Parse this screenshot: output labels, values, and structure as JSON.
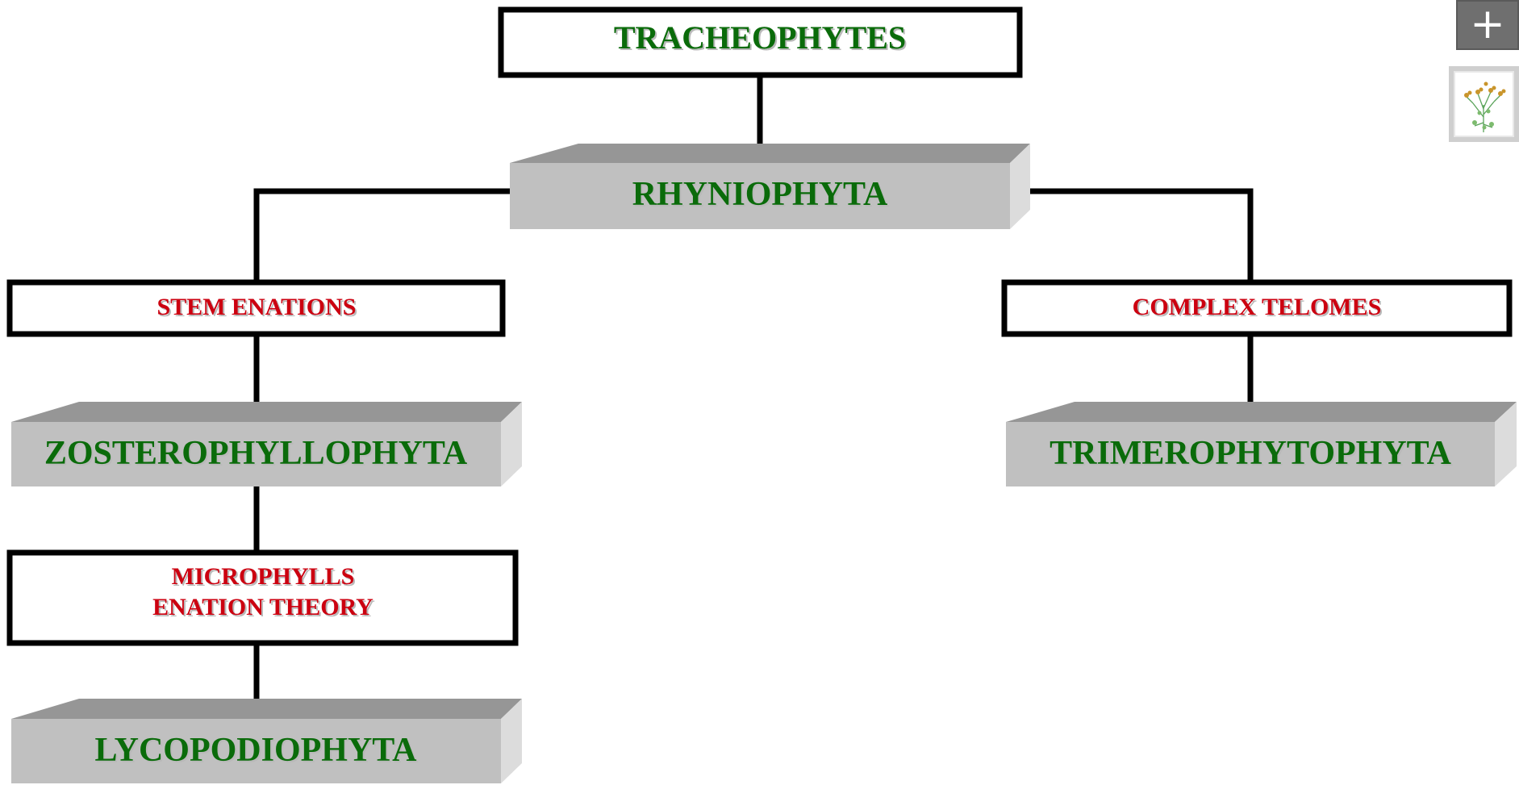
{
  "diagram": {
    "nodes": {
      "tracheophytes": "TRACHEOPHYTES",
      "rhyniophyta": "RHYNIOPHYTA",
      "stem_enations": "STEM ENATIONS",
      "complex_telomes": "COMPLEX TELOMES",
      "zosterophyllophyta": "ZOSTEROPHYLLOPHYTA",
      "trimerophytophyta": "TRIMEROPHYTOPHYTA",
      "microphylls_line1": "MICROPHYLLS",
      "microphylls_line2": "ENATION THEORY",
      "lycopodiophyta": "LYCOPODIOPHYTA"
    }
  },
  "controls": {
    "add_label": "+",
    "thumbnail_icon": "plant-illustration-icon"
  },
  "colors": {
    "title_green": "#0a6b0a",
    "label_red": "#cc0010",
    "block_gray": "#c0c0c0"
  }
}
